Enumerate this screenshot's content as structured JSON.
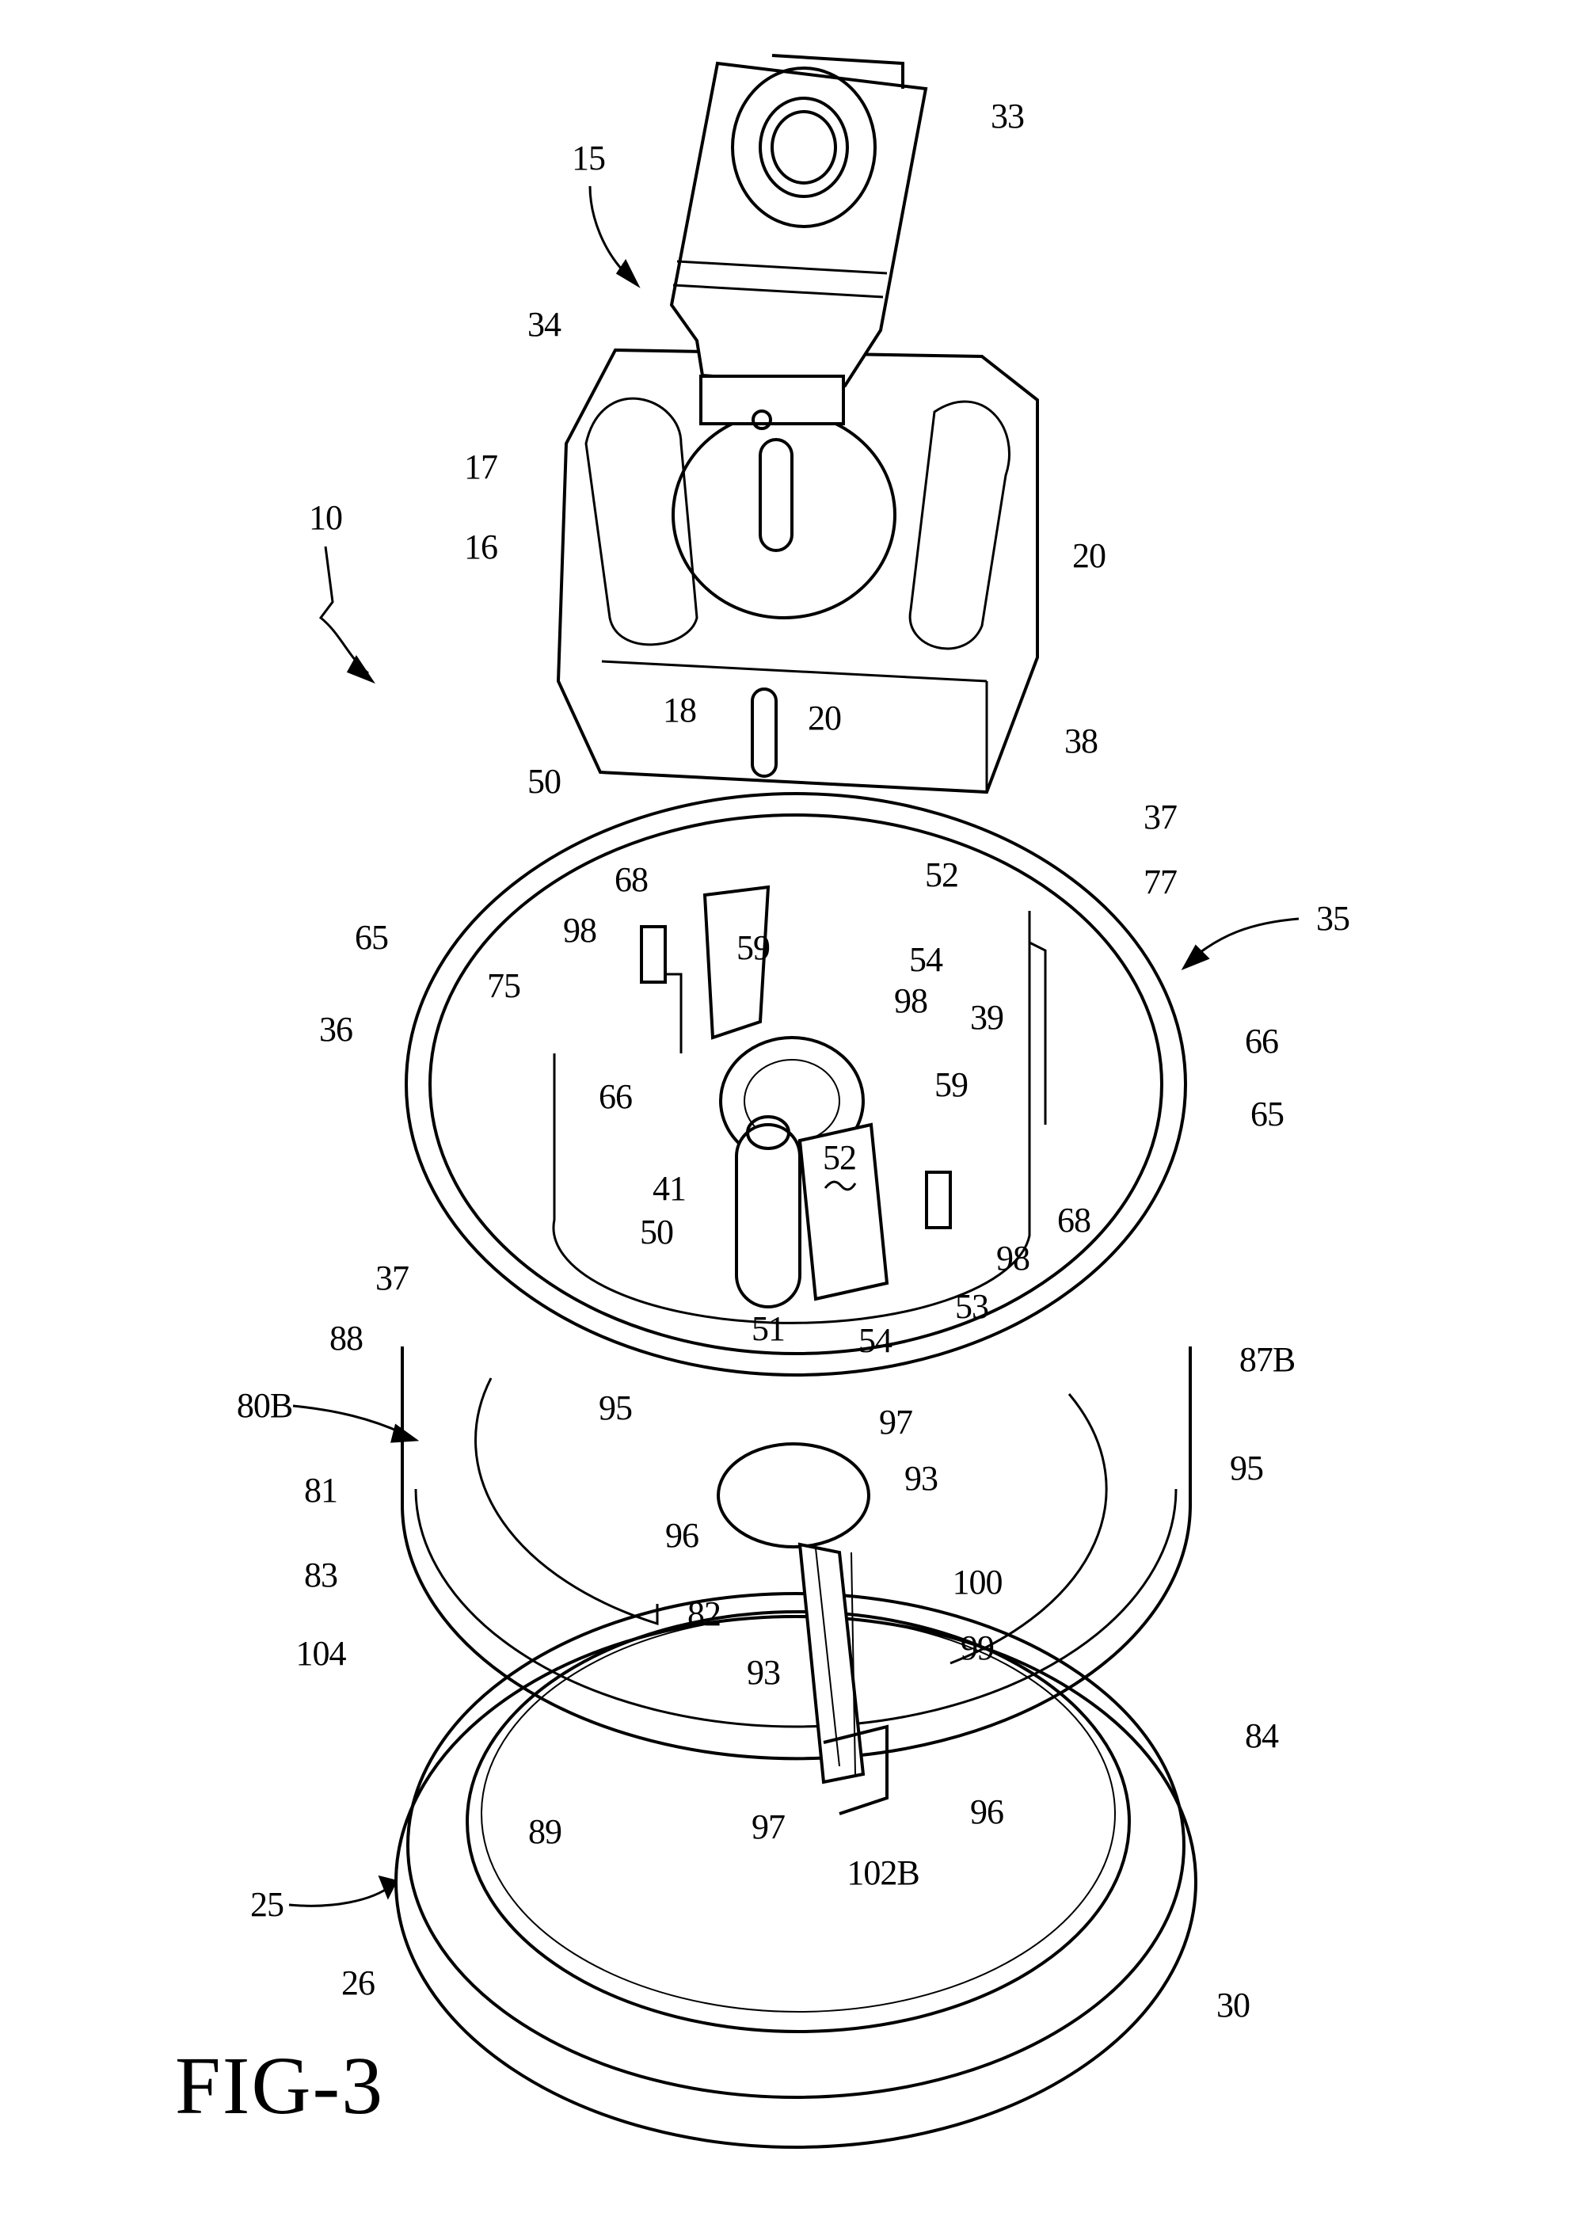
{
  "figure": {
    "title": "FIG-3",
    "labels": [
      "33",
      "15",
      "34",
      "17",
      "20",
      "10",
      "16",
      "18",
      "20",
      "38",
      "50",
      "37",
      "68",
      "52",
      "77",
      "35",
      "65",
      "98",
      "59",
      "54",
      "75",
      "98",
      "39",
      "36",
      "66",
      "59",
      "66",
      "65",
      "41",
      "52",
      "68",
      "50",
      "98",
      "37",
      "53",
      "51",
      "54",
      "88",
      "87B",
      "80B",
      "95",
      "97",
      "93",
      "95",
      "81",
      "96",
      "83",
      "100",
      "82",
      "104",
      "99",
      "93",
      "84",
      "89",
      "97",
      "96",
      "102B",
      "25",
      "26",
      "30"
    ]
  }
}
